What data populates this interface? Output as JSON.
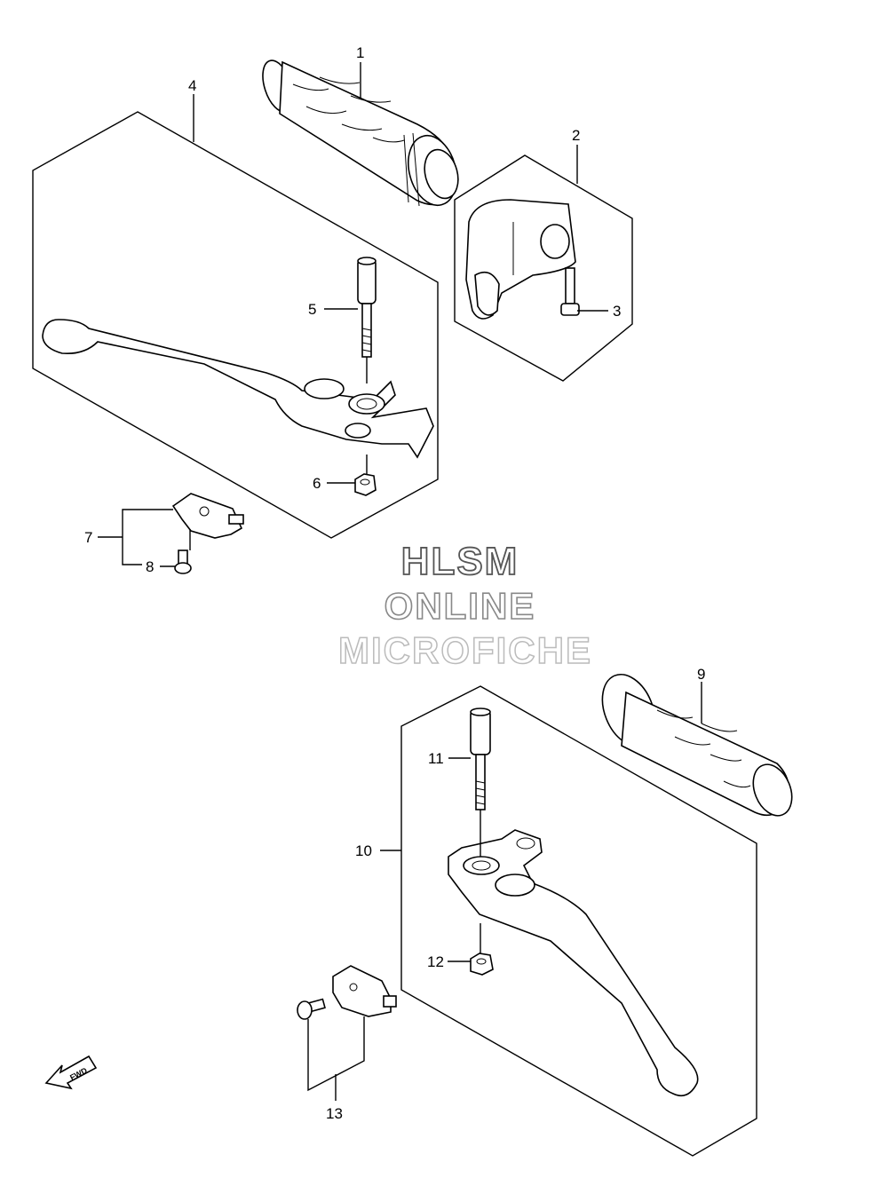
{
  "callouts": [
    "1",
    "2",
    "3",
    "4",
    "5",
    "6",
    "7",
    "8",
    "9",
    "10",
    "11",
    "12",
    "13"
  ],
  "watermark": {
    "line1": "HLSM",
    "line2": "ONLINE",
    "line3": "MICROFICHE"
  },
  "fwd_label": "FWD"
}
